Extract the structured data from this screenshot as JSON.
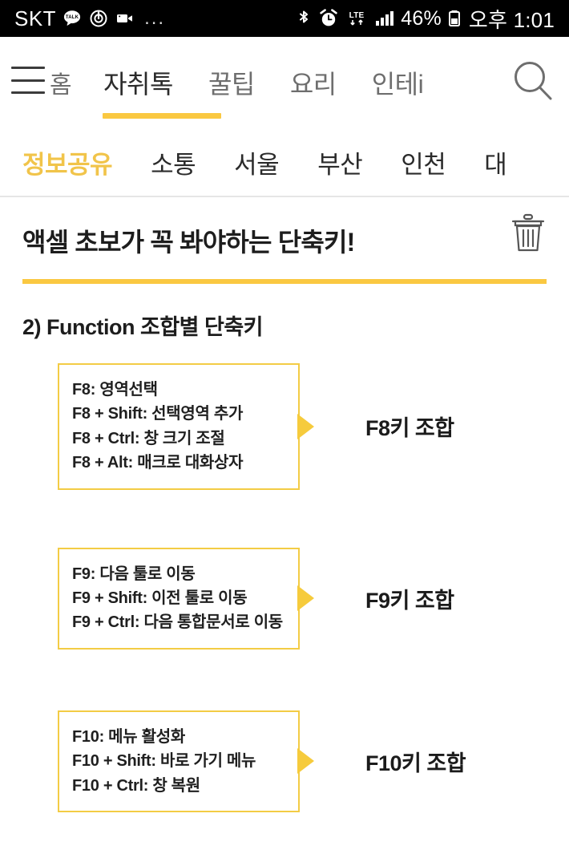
{
  "status_bar": {
    "carrier": "SKT",
    "icons_left": [
      "kakaotalk-icon",
      "power-saving-icon",
      "camcorder-icon",
      "more-notifications-ellipsis"
    ],
    "ellipsis": "...",
    "icons_right": [
      "bluetooth-icon",
      "alarm-icon",
      "lte-icon",
      "signal-bars-icon",
      "battery-icon"
    ],
    "lte_label": "LTE",
    "battery_percent": "46%",
    "time": "오후 1:01"
  },
  "main_nav": {
    "menu_icon": "hamburger-menu-icon",
    "search_icon": "search-icon",
    "items": [
      {
        "label": "홈",
        "active": false
      },
      {
        "label": "자취톡",
        "active": true
      },
      {
        "label": "꿀팁",
        "active": false
      },
      {
        "label": "요리",
        "active": false
      },
      {
        "label": "인테i",
        "active": false
      }
    ]
  },
  "sub_nav": {
    "items": [
      {
        "label": "정보공유",
        "active": true
      },
      {
        "label": "소통",
        "active": false
      },
      {
        "label": "서울",
        "active": false
      },
      {
        "label": "부산",
        "active": false
      },
      {
        "label": "인천",
        "active": false
      },
      {
        "label": "대",
        "active": false
      }
    ]
  },
  "article": {
    "title": "액셀 초보가 꼭 봐야하는 단축키!",
    "delete_icon": "trash-icon",
    "section_heading": "2) Function 조합별 단축키",
    "shortcut_groups": [
      {
        "label": "F8키 조합",
        "lines": [
          "F8: 영역선택",
          "F8 + Shift: 선택영역 추가",
          "F8 + Ctrl: 창 크기 조절",
          "F8 + Alt: 매크로 대화상자"
        ]
      },
      {
        "label": "F9키 조합",
        "lines": [
          "F9: 다음 툴로 이동",
          "F9 + Shift: 이전 툴로 이동",
          "F9 + Ctrl: 다음 통합문서로 이동"
        ]
      },
      {
        "label": "F10키 조합",
        "lines": [
          "F10: 메뉴 활성화",
          "F10 + Shift: 바로 가기 메뉴",
          "F10 + Ctrl: 창 복원"
        ]
      }
    ]
  },
  "colors": {
    "accent_yellow": "#fac841",
    "box_border": "#f3cc45",
    "status_bar_bg": "#000000",
    "text_primary": "#1d1d1d",
    "text_muted": "#6e6e6e"
  }
}
